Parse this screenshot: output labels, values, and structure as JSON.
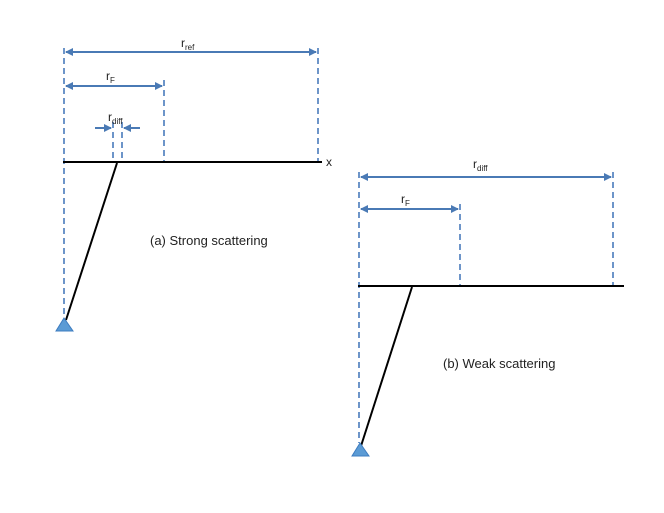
{
  "panel_a": {
    "caption": "(a) Strong scattering",
    "r_ref_label": {
      "base": "r",
      "sub": "ref"
    },
    "r_f_label": {
      "base": "r",
      "sub": "F"
    },
    "r_diff_label": {
      "base": "r",
      "sub": "diff"
    },
    "axis_label": "x"
  },
  "panel_b": {
    "caption": "(b) Weak scattering",
    "r_diff_label": {
      "base": "r",
      "sub": "diff"
    },
    "r_f_label": {
      "base": "r",
      "sub": "F"
    }
  },
  "colors": {
    "dim_line": "#4a7ab5",
    "dashed_line": "#6d95c9",
    "solid_line": "#000000",
    "source_fill": "#5b9bd5"
  }
}
